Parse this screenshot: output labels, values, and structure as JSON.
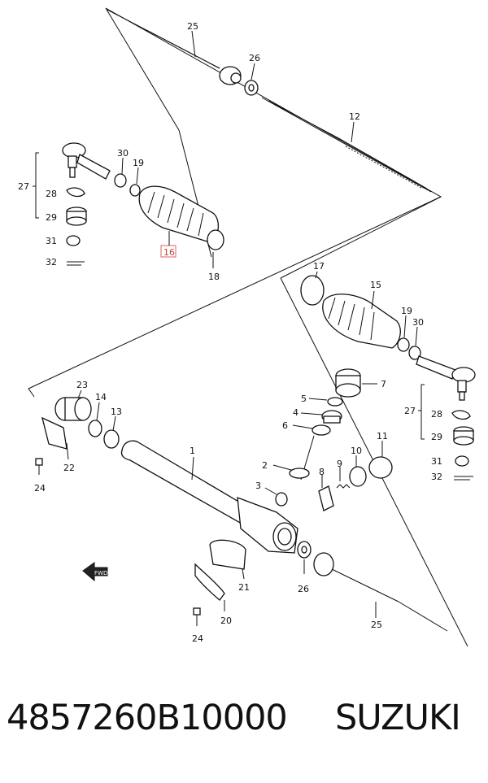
{
  "diagram": {
    "labels": {
      "l25_top": "25",
      "l26_top": "26",
      "l12": "12",
      "l30_left": "30",
      "l19_left": "19",
      "l27_left": "27",
      "l28_left": "28",
      "l29_left": "29",
      "l31_left": "31",
      "l32_left": "32",
      "l16": "16",
      "l18": "18",
      "l17": "17",
      "l15": "15",
      "l19_right": "19",
      "l30_right": "30",
      "l7": "7",
      "l27_right": "27",
      "l28_right": "28",
      "l29_right": "29",
      "l31_right": "31",
      "l32_right": "32",
      "l23": "23",
      "l14": "14",
      "l13": "13",
      "l22": "22",
      "l24_left": "24",
      "l5": "5",
      "l4": "4",
      "l6": "6",
      "l1": "1",
      "l2": "2",
      "l3": "3",
      "l8": "8",
      "l9": "9",
      "l10": "10",
      "l11": "11",
      "l21": "21",
      "l26_bottom": "26",
      "l20": "20",
      "l24_bottom": "24",
      "l25_bottom": "25"
    },
    "fwd_label": "FWD",
    "highlight_color": "#e06060"
  },
  "footer": {
    "part_number": "4857260B10000",
    "brand": "SUZUKI"
  }
}
